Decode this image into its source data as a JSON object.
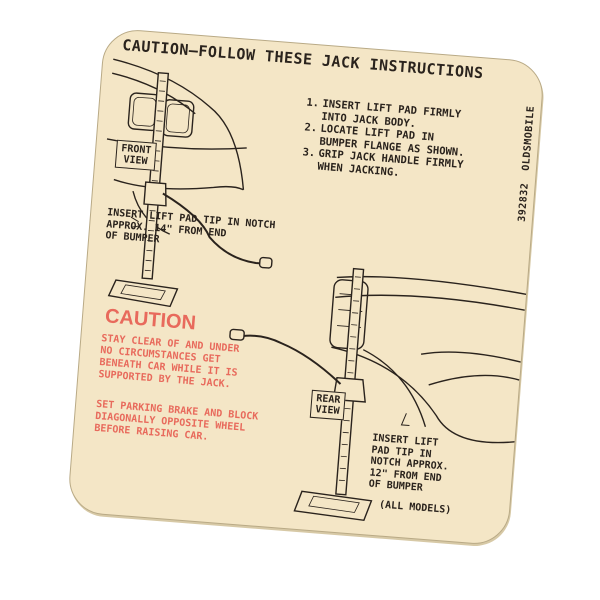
{
  "decal": {
    "title": "CAUTION—FOLLOW THESE JACK INSTRUCTIONS",
    "instructions": [
      {
        "num": "1.",
        "lines": [
          "INSERT LIFT PAD FIRMLY",
          "INTO JACK BODY."
        ]
      },
      {
        "num": "2.",
        "lines": [
          "LOCATE LIFT PAD IN",
          "BUMPER FLANGE AS SHOWN."
        ]
      },
      {
        "num": "3.",
        "lines": [
          "GRIP JACK HANDLE FIRMLY",
          "WHEN JACKING."
        ]
      }
    ],
    "front_view": [
      "FRONT",
      "VIEW"
    ],
    "front_note": [
      "INSERT LIFT PAD TIP IN NOTCH",
      "APPROX. 14\" FROM END",
      "OF BUMPER"
    ],
    "rear_view": [
      "REAR",
      "VIEW"
    ],
    "rear_note": [
      "INSERT LIFT",
      "PAD TIP IN",
      "NOTCH APPROX.",
      "12\" FROM END",
      "OF BUMPER"
    ],
    "all_models": "(ALL MODELS)",
    "caution_heading": "CAUTION",
    "warning_1": [
      "STAY CLEAR OF AND UNDER",
      "NO CIRCUMSTANCES GET",
      "BENEATH CAR WHILE IT IS",
      "SUPPORTED BY THE JACK."
    ],
    "warning_2": [
      "SET PARKING BRAKE AND BLOCK",
      "DIAGONALLY OPPOSITE WHEEL",
      "BEFORE RAISING CAR."
    ],
    "part_number": "392832",
    "brand": "OLDSMOBILE"
  },
  "colors": {
    "paper": "#f4e6c6",
    "ink": "#2a231d",
    "warning_red": "#e86a5c"
  }
}
